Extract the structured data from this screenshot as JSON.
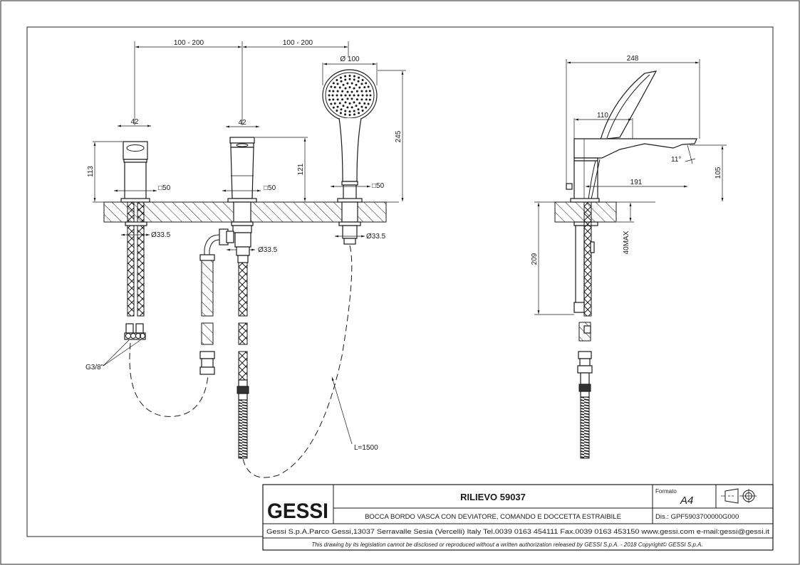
{
  "drawing": {
    "title": "RILIEVO 59037",
    "description": "BOCCA BORDO VASCA CON DEVIATORE, COMANDO E DOCCETTA ESTRAIBILE",
    "brand": "GESSI",
    "format_label": "Formato",
    "format_value": "A4",
    "drawing_number": "Dis.: GPF5903700000G000",
    "address": "Gessi S.p.A.Parco Gessi,13037 Serravalle Sesia (Vercelli) Italy Tel.0039 0163 454111 Fax.0039 0163 453150 www.gessi.com e-mail:gessi@gessi.it",
    "copyright": "This drawing by its legislation cannot be disclosed or reproduced without a written authorization released by GESSI S.p.A. - 2018 Copyright© GESSI S.p.A.",
    "projection_symbol": "first-angle-projection-icon"
  },
  "dimensions": {
    "spacing_left": "100 - 200",
    "spacing_right": "100 - 200",
    "mixer_width": "42",
    "diverter_width": "42",
    "mixer_height": "113",
    "diverter_height": "121",
    "shower_head_diameter": "Ø 100",
    "shower_height": "245",
    "base_square_1": "□50",
    "base_square_2": "□50",
    "base_square_3": "□50",
    "hole_diameter_1": "Ø33.5",
    "hole_diameter_2": "Ø33.5",
    "hole_diameter_3": "Ø33.5",
    "thread_label": "G3/8\"",
    "hose_length": "L=1500",
    "spout_length": "248",
    "spout_inner": "110",
    "spout_reach": "191",
    "spout_angle": "11°",
    "spout_height": "105",
    "below_deck": "209",
    "deck_thickness": "40MAX"
  }
}
